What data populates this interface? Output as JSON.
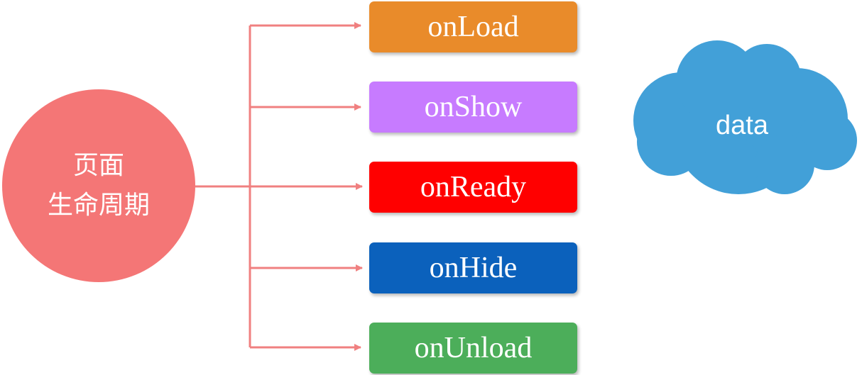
{
  "center": {
    "line1": "页面",
    "line2": "生命周期",
    "color": "#f47676"
  },
  "hooks": [
    {
      "label": "onLoad",
      "color": "#e98b2a"
    },
    {
      "label": "onShow",
      "color": "#c77bff"
    },
    {
      "label": "onReady",
      "color": "#ff0000"
    },
    {
      "label": "onHide",
      "color": "#0b61bc"
    },
    {
      "label": "onUnload",
      "color": "#4cae5a"
    }
  ],
  "cloud": {
    "label": "data",
    "color": "#42a0d8"
  },
  "connector_color": "#f08080"
}
